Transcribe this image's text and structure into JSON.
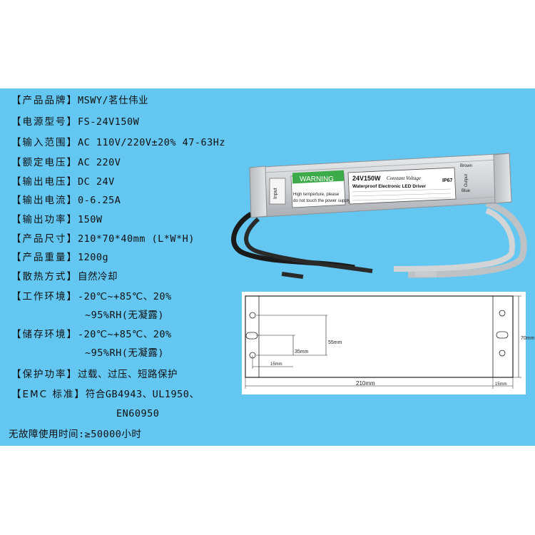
{
  "specs": [
    {
      "key": "【产品品牌】",
      "value": "MSWY/茗仕伟业"
    },
    {
      "key": "【电源型号】",
      "value": "FS-24V150W"
    },
    {
      "key": "【输入范围】",
      "value": "AC 110V/220V±20% 47-63Hz"
    },
    {
      "key": "【额定电压】",
      "value": "AC 220V"
    },
    {
      "key": "【输出电压】",
      "value": "DC 24V"
    },
    {
      "key": "【输出电流】",
      "value": "0-6.25A"
    },
    {
      "key": "【输出功率】",
      "value": "150W"
    },
    {
      "key": "【产品尺寸】",
      "value": "210*70*40mm (L*W*H)"
    },
    {
      "key": "【产品重量】",
      "value": "1200g"
    },
    {
      "key": "【散热方式】",
      "value": "自然冷却"
    },
    {
      "key": "【工作环境】",
      "value": "-20℃~+85℃、20%",
      "cont": "~95%RH(无凝露)"
    },
    {
      "key": "【储存环境】",
      "value": "-20℃~+85℃、20%",
      "cont": "~95%RH(无凝露)"
    },
    {
      "key": "【保护功率】",
      "value": "过载、过压、短路保护"
    },
    {
      "key": "【EMC 标准】",
      "value": "符合GB4943、UL1950、",
      "cont": "EN60950"
    }
  ],
  "mtbf": "无故障使用时间:≥50000小时",
  "product_label": {
    "title": "24V150W",
    "subtitle": "Constant Voltage",
    "line2": "Waterproof Electronic LED Driver",
    "rating": "IP67",
    "warning": "WARNING",
    "warning_text1": "High temperture, please",
    "warning_text2": "do not touch the power supply",
    "input": "Input",
    "output": "Output",
    "brown": "Brown",
    "blue": "Blue"
  },
  "dimensions": {
    "length": "210mm",
    "width": "70mm",
    "height1": "55mm",
    "height2": "35mm",
    "offset1": "15mm",
    "offset2": "15mm"
  },
  "colors": {
    "panel": "#63c7f2",
    "warning_green": "#3daa4a"
  }
}
